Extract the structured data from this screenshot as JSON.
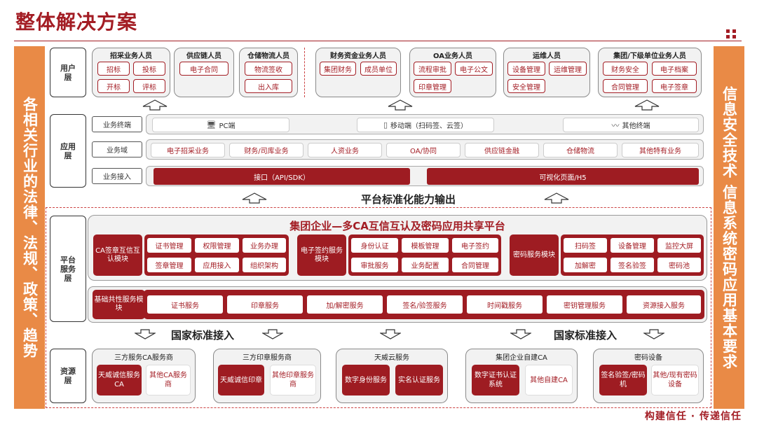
{
  "title": "整体解决方案",
  "left_banner": "各相关行业的法律、法规、政策、趋势",
  "right_banner": "信息安全技术 信息系统密码应用基本要求",
  "footer": "构建信任 · 传递信任",
  "user_layer": {
    "label": "用户层",
    "groups": [
      {
        "title": "招采业务人员",
        "tags": [
          "招标",
          "投标",
          "开标",
          "评标"
        ]
      },
      {
        "title": "供应链人员",
        "tags": [
          "电子合同"
        ]
      },
      {
        "title": "仓储物流人员",
        "tags": [
          "物流签收",
          "出入库"
        ]
      },
      {
        "title": "财务资金业务人员",
        "tags": [
          "集团财务",
          "成员单位"
        ]
      },
      {
        "title": "OA业务人员",
        "tags": [
          "流程审批",
          "电子公文",
          "印章管理"
        ]
      },
      {
        "title": "运维人员",
        "tags": [
          "设备管理",
          "运维管理",
          "安全管理"
        ]
      },
      {
        "title": "集团/下级单位业务人员",
        "tags": [
          "财务安全",
          "电子档案",
          "合同管理",
          "电子签章"
        ]
      }
    ]
  },
  "app_layer": {
    "label": "应用层",
    "terminal": {
      "label": "业务终端",
      "items": [
        "PC端",
        "移动端（扫码签、云签）",
        "其他终端"
      ]
    },
    "domain": {
      "label": "业务域",
      "items": [
        "电子招采业务",
        "财务/司库业务",
        "人资业务",
        "OA/协同",
        "供应链金融",
        "仓储物流",
        "其他特有业务"
      ]
    },
    "access": {
      "label": "业务接入",
      "items": [
        "接口（API/SDK）",
        "可视化页面/H5"
      ]
    }
  },
  "platform_output": "平台标准化能力输出",
  "platform_layer": {
    "label": "平台服务层",
    "title": "集团企业—多CA互信互认及密码应用共享平台",
    "modules": [
      {
        "name": "CA签章互信互认模块",
        "tags": [
          "证书管理",
          "权限管理",
          "业务办理",
          "签章管理",
          "应用接入",
          "组织架构"
        ]
      },
      {
        "name": "电子签约服务模块",
        "tags": [
          "身份认证",
          "模板管理",
          "电子签约",
          "审批服务",
          "业务配置",
          "合同管理"
        ]
      },
      {
        "name": "密码服务模块",
        "tags": [
          "扫码签",
          "设备管理",
          "监控大屏",
          "加解密",
          "签名验签",
          "密码池"
        ]
      }
    ],
    "base": {
      "name": "基础共性服务模块",
      "items": [
        "证书服务",
        "印章服务",
        "加/解密服务",
        "签名/验签服务",
        "时间戳服务",
        "密钥管理服务",
        "资源接入服务"
      ]
    }
  },
  "national_access": "国家标准接入",
  "resource_layer": {
    "label": "资源层",
    "groups": [
      {
        "title": "三方服务CA服务商",
        "primary": "天威诚信服务CA",
        "secondary": "其他CA服务商"
      },
      {
        "title": "三方印章服务商",
        "primary": "天威诚信印章",
        "secondary": "其他印章服务商"
      },
      {
        "title": "天威云服务",
        "primary": "数字身份服务",
        "secondary": "实名认证服务"
      },
      {
        "title": "集团企业自建CA",
        "primary": "数字证书认证系统",
        "secondary": "其他自建CA"
      },
      {
        "title": "密码设备",
        "primary": "签名验签/密码机",
        "secondary": "其他/现有密码设备"
      }
    ]
  },
  "colors": {
    "brand": "#a31d24",
    "accent": "#e98a46",
    "panel": "#f2f2f2"
  },
  "icons": {
    "pc": "monitor-icon",
    "mobile": "phone-icon",
    "other": "waveform-icon"
  }
}
